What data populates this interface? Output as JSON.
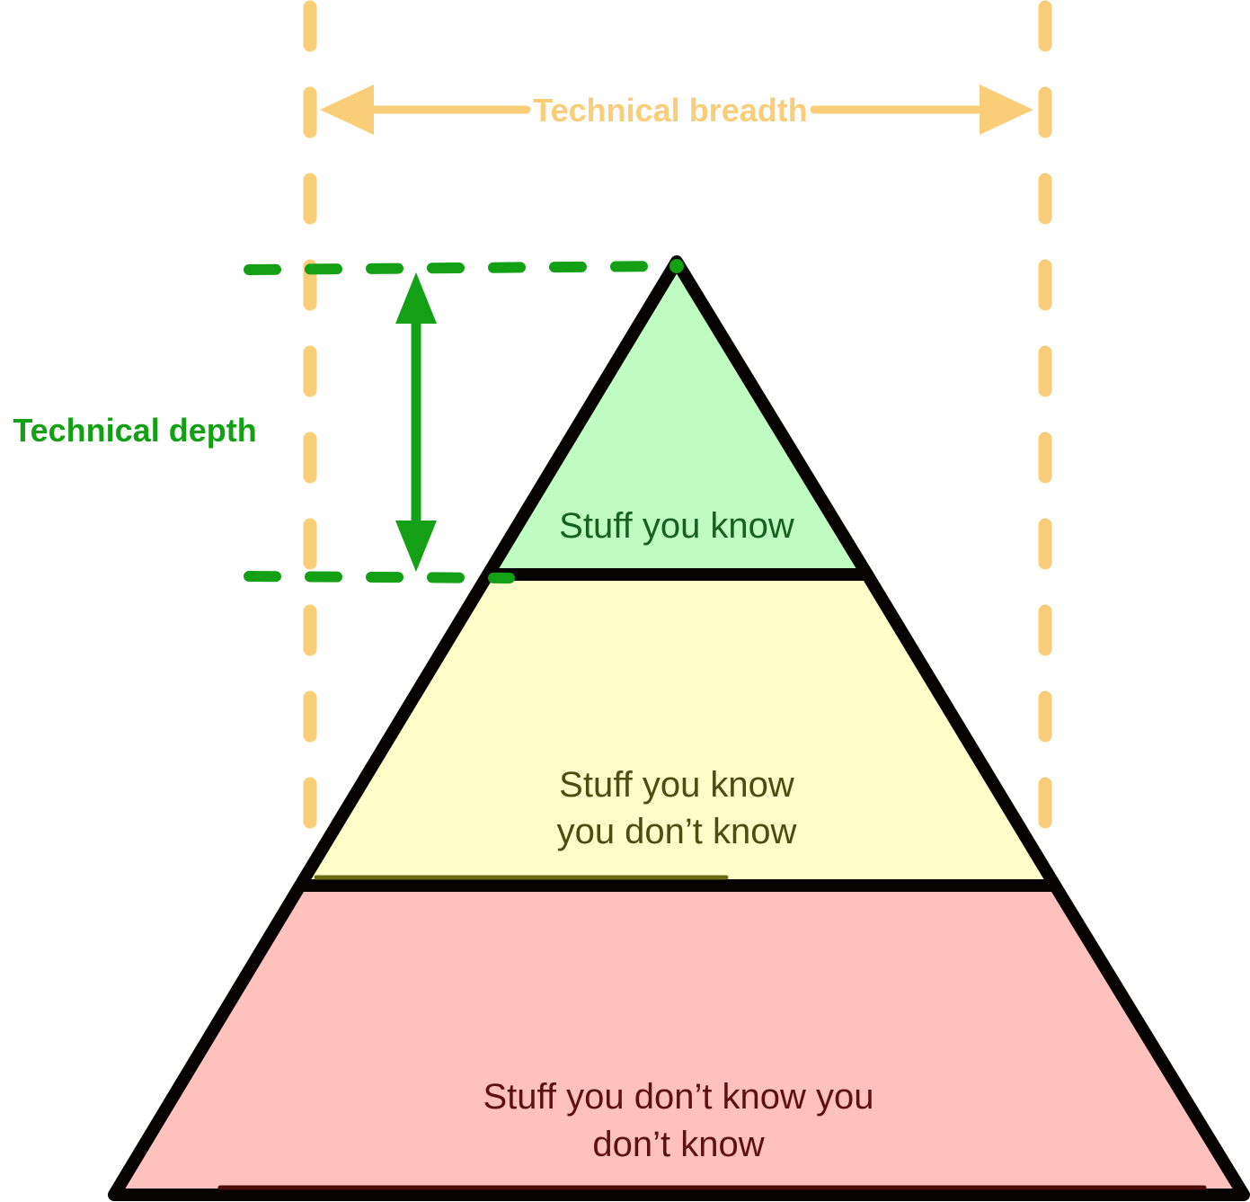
{
  "colors": {
    "background": "#FFFFFF",
    "breadth_accent": "#FACD79",
    "depth_accent": "#14A014",
    "outline": "#050200",
    "known_fill": "#BFFCC1",
    "known_text": "#17611F",
    "known_unknown_fill": "#FFFEC8",
    "known_unknown_text": "#4D4D12",
    "known_unknown_edge": "#6B6B14",
    "unknown_unknown_fill": "#FFC1BE",
    "unknown_unknown_text": "#5C1012",
    "unknown_unknown_edge": "#4A0B0B"
  },
  "annotations": {
    "breadth_label": "Technical breadth",
    "depth_label": "Technical depth"
  },
  "pyramid": {
    "levels": [
      {
        "name": "stuff-you-know",
        "lines": [
          "Stuff you know"
        ]
      },
      {
        "name": "stuff-you-know-you-dont-know",
        "lines": [
          "Stuff you know",
          "you don’t know"
        ]
      },
      {
        "name": "stuff-you-dont-know-you-dont-know",
        "lines": [
          "Stuff you don’t know you",
          "don’t know"
        ]
      }
    ]
  }
}
